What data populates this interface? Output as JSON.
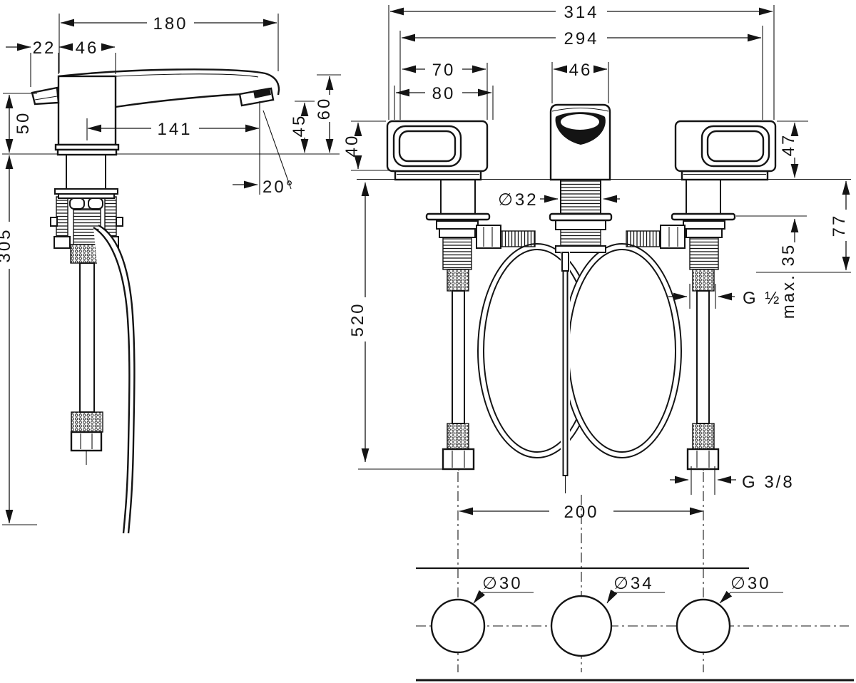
{
  "document": {
    "kind": "faucet installation technical drawing",
    "views": [
      "side view",
      "front view",
      "hole layout"
    ]
  },
  "side_view": {
    "overall_length": "180",
    "lever_overhang": "22",
    "body_depth": "46",
    "lever_height": "50",
    "spout_reach": "141",
    "outlet_height": "45",
    "spout_top_height": "60",
    "spray_angle": "20°",
    "hose_drop": "305"
  },
  "front_view": {
    "overall_width": "314",
    "inner_width": "294",
    "handle_width_inner": "70",
    "handle_width_outer": "80",
    "spout_width": "46",
    "handle_height_left": "40",
    "handle_height_right": "47",
    "shank_diameter": "∅32",
    "hose_length": "520",
    "under_deck_height": "77",
    "max_deck_thickness": "max. 35",
    "valve_thread": "G ½",
    "hole_spacing": "200",
    "hose_thread": "G 3/8"
  },
  "hole_layout": {
    "left_hole": "∅30",
    "center_hole": "∅34",
    "right_hole": "∅30"
  }
}
